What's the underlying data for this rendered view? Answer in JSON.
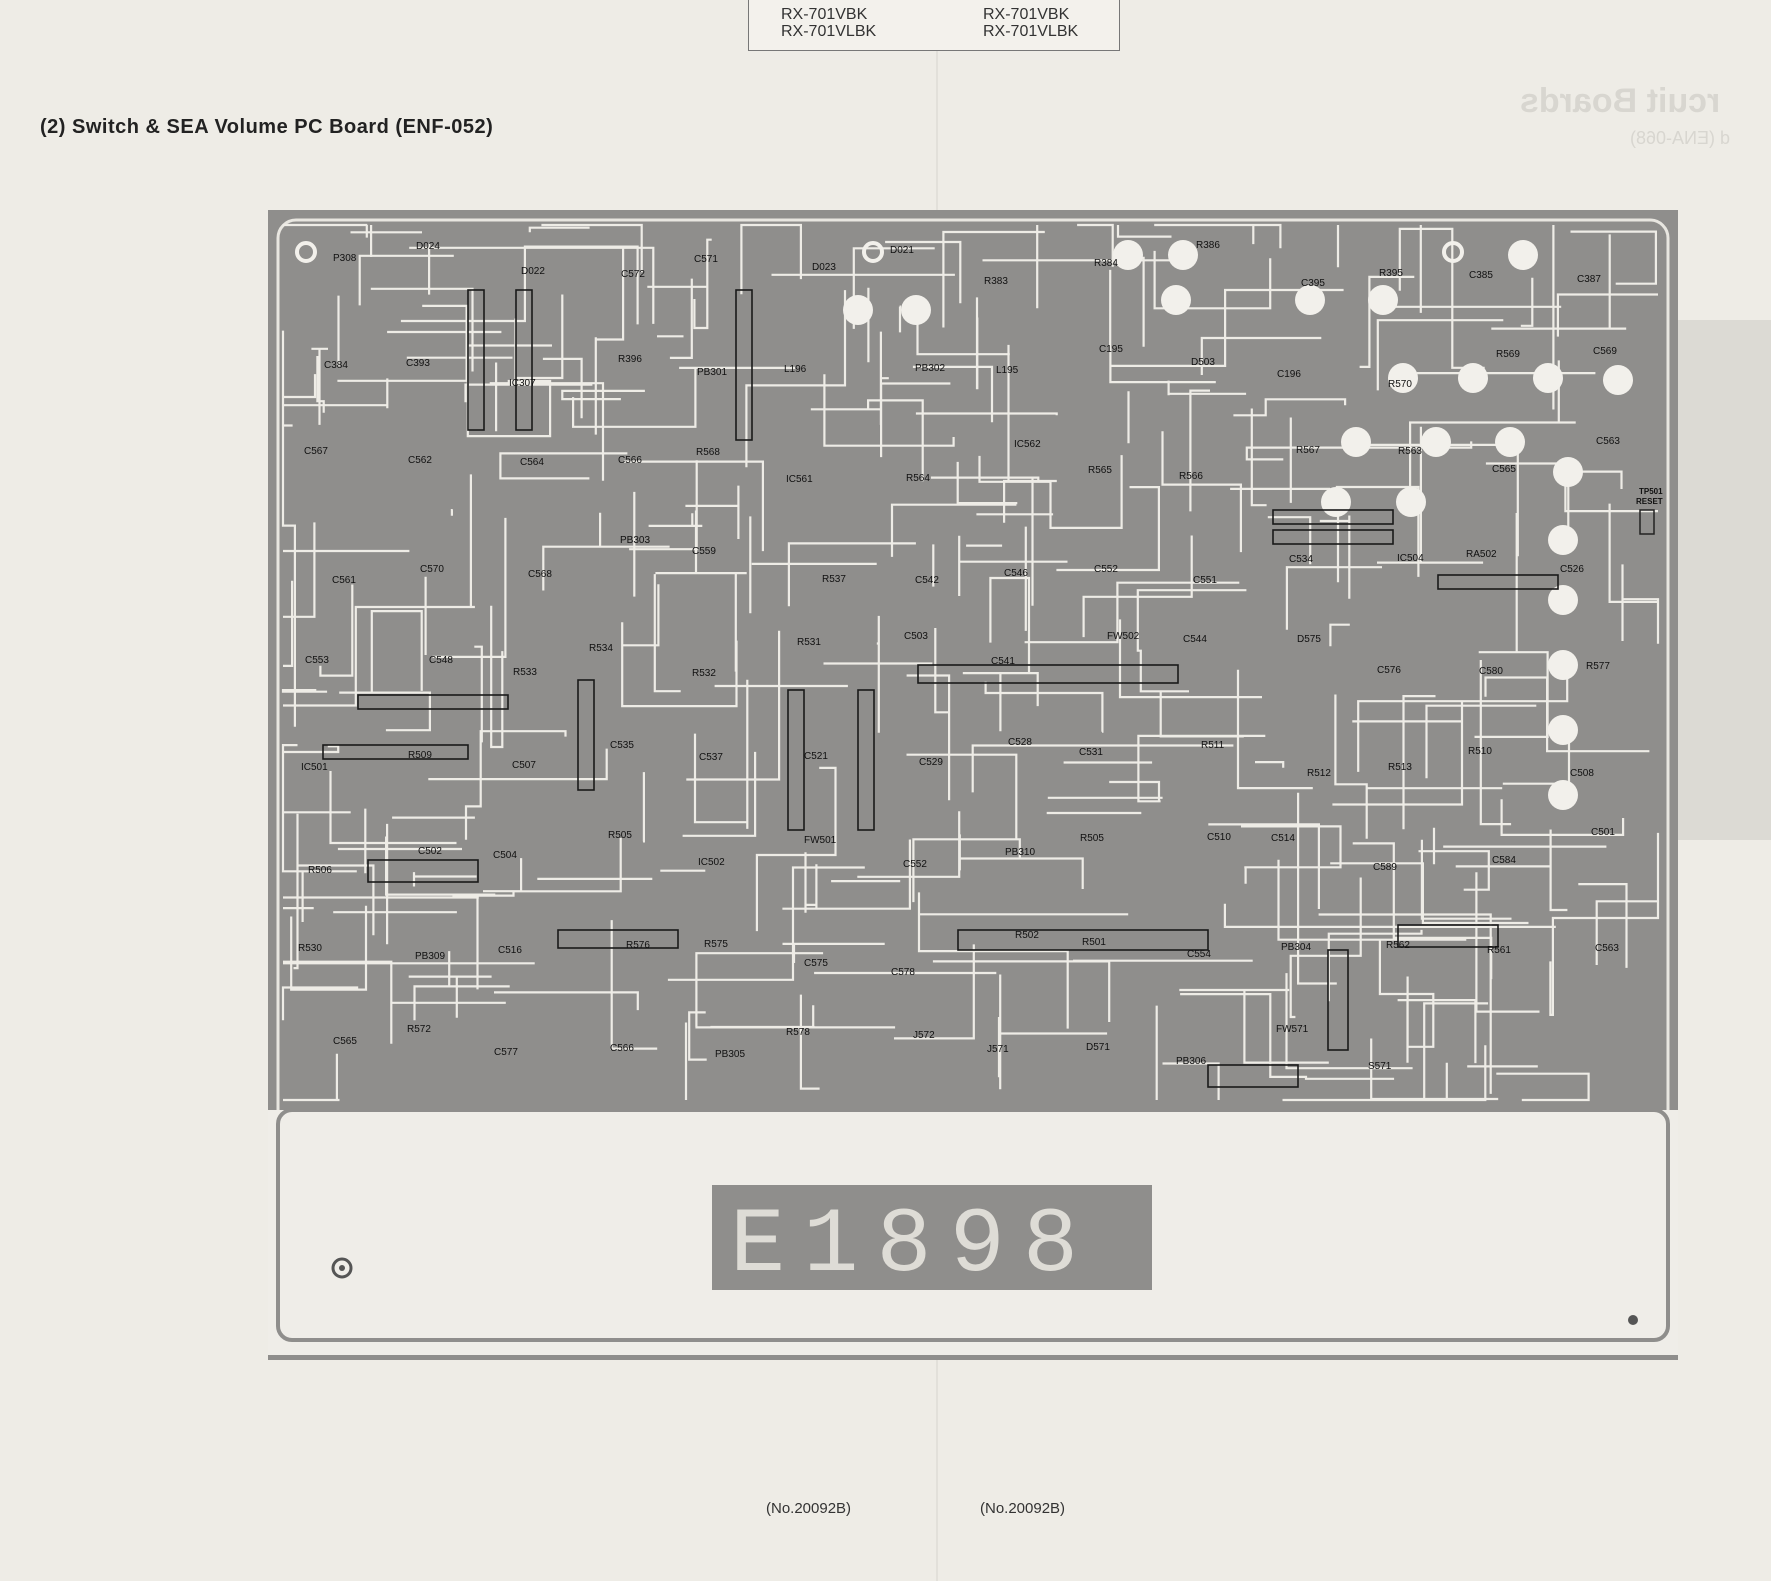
{
  "header": {
    "models_left": [
      "RX-701VBK",
      "RX-701VLBK"
    ],
    "models_right": [
      "RX-701VBK",
      "RX-701VLBK"
    ]
  },
  "section_title": "(2) Switch & SEA Volume PC Board (ENF-052)",
  "ghost_text": {
    "title": "rcuit Boards",
    "subtitle": "d (ENA-068)"
  },
  "board": {
    "display_text": "E1898",
    "test_point": {
      "name": "TP501",
      "label": "RESET"
    },
    "components": [
      "P308",
      "D024",
      "D022",
      "C572",
      "C571",
      "D023",
      "D021",
      "R383",
      "R384",
      "R386",
      "C395",
      "R395",
      "C385",
      "C387",
      "C384",
      "C393",
      "IC307",
      "R396",
      "PB301",
      "L196",
      "PB302",
      "L195",
      "C195",
      "D503",
      "C196",
      "R570",
      "R569",
      "C569",
      "C567",
      "C562",
      "C564",
      "C566",
      "R568",
      "IC561",
      "R564",
      "IC562",
      "R565",
      "R566",
      "R567",
      "R563",
      "C565",
      "C563",
      "C561",
      "C570",
      "C568",
      "PB303",
      "C559",
      "R537",
      "C542",
      "C546",
      "C552",
      "C551",
      "C534",
      "IC504",
      "RA502",
      "C526",
      "C553",
      "C548",
      "R533",
      "R534",
      "R532",
      "R531",
      "C503",
      "C541",
      "FW502",
      "C544",
      "D575",
      "C576",
      "C580",
      "R577",
      "IC501",
      "R509",
      "C507",
      "C535",
      "C537",
      "C521",
      "C529",
      "C528",
      "C531",
      "R511",
      "R512",
      "R513",
      "R510",
      "C508",
      "R506",
      "C502",
      "C504",
      "R505",
      "IC502",
      "FW501",
      "C552",
      "PB310",
      "R505",
      "C510",
      "C514",
      "C589",
      "C584",
      "C501",
      "R530",
      "PB309",
      "C516",
      "R576",
      "R575",
      "C575",
      "C578",
      "R502",
      "R501",
      "C554",
      "PB304",
      "R562",
      "R561",
      "C563",
      "C565",
      "R572",
      "C577",
      "C566",
      "PB305",
      "R578",
      "J572",
      "J571",
      "D571",
      "PB306",
      "FW571",
      "S571"
    ]
  },
  "footer": {
    "ref_left": "(No.20092B)",
    "ref_right": "(No.20092B)"
  }
}
